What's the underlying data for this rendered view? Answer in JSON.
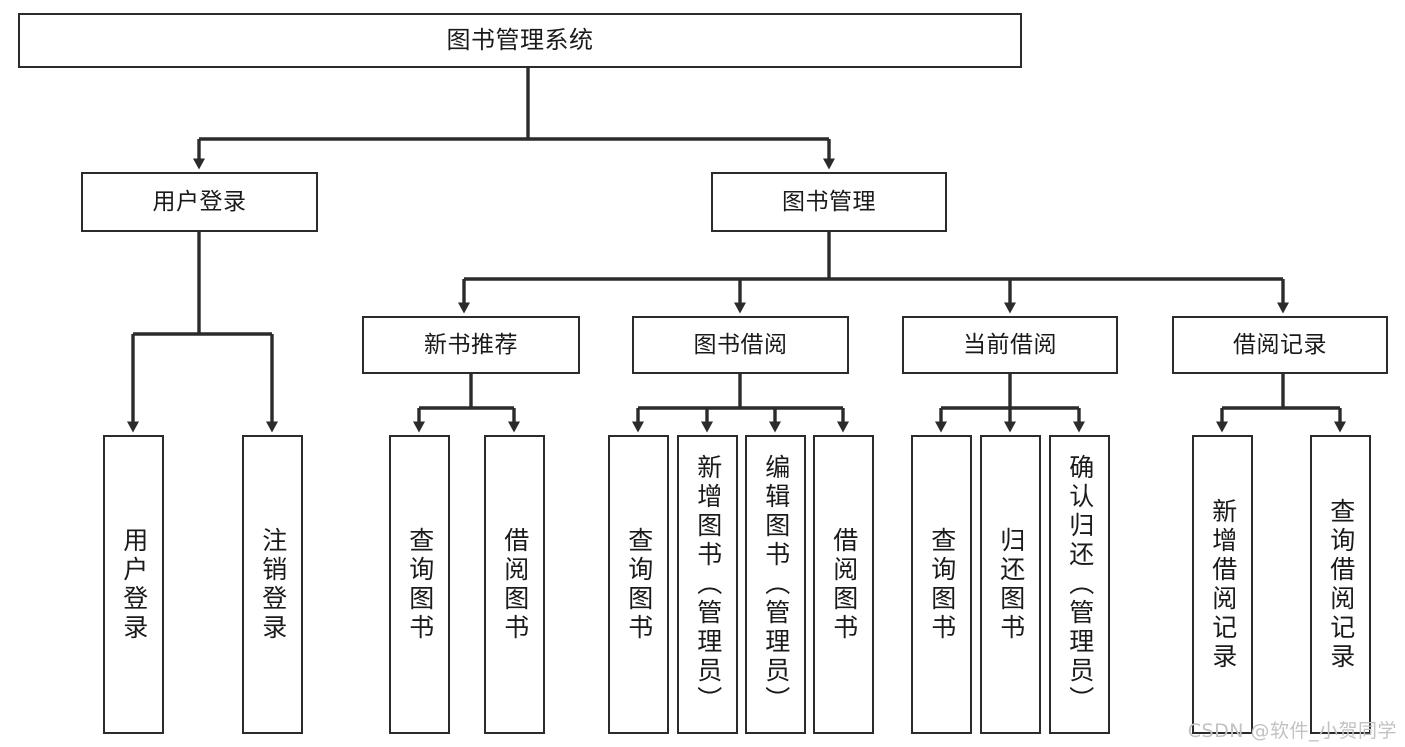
{
  "diagram": {
    "title": "图书管理系统",
    "type": "tree",
    "orientation": "top-down",
    "colors": {
      "box_border": "#2b2b2b",
      "box_fill": "#ffffff",
      "connector": "#2b2b2b",
      "text": "#1a1a1a",
      "watermark": "#c2c2c2",
      "background": "#ffffff"
    }
  },
  "watermark": {
    "text": "CSDN @软件_小贺同学"
  },
  "nodes": {
    "root": {
      "label": "图书管理系统",
      "level": 1
    },
    "level2": [
      {
        "id": "user-login",
        "label": "用户登录"
      },
      {
        "id": "book-manage",
        "label": "图书管理"
      }
    ],
    "level3": [
      {
        "id": "new-book-rec",
        "label": "新书推荐"
      },
      {
        "id": "book-borrow",
        "label": "图书借阅"
      },
      {
        "id": "current-borrow",
        "label": "当前借阅"
      },
      {
        "id": "borrow-record",
        "label": "借阅记录"
      }
    ],
    "leaves": [
      {
        "id": "leaf-user-login",
        "label": "用户登录",
        "parent": "user-login"
      },
      {
        "id": "leaf-user-logout",
        "label": "注销登录",
        "parent": "user-login"
      },
      {
        "id": "leaf-query-book-1",
        "label": "查询图书",
        "parent": "new-book-rec"
      },
      {
        "id": "leaf-borrow-book-1",
        "label": "借阅图书",
        "parent": "new-book-rec"
      },
      {
        "id": "leaf-query-book-2",
        "label": "查询图书",
        "parent": "book-borrow"
      },
      {
        "id": "leaf-add-book",
        "label": "新增图书（管理员）",
        "parent": "book-borrow"
      },
      {
        "id": "leaf-edit-book",
        "label": "编辑图书（管理员）",
        "parent": "book-borrow"
      },
      {
        "id": "leaf-borrow-book-2",
        "label": "借阅图书",
        "parent": "book-borrow"
      },
      {
        "id": "leaf-query-book-3",
        "label": "查询图书",
        "parent": "current-borrow"
      },
      {
        "id": "leaf-return-book",
        "label": "归还图书",
        "parent": "current-borrow"
      },
      {
        "id": "leaf-confirm-return",
        "label": "确认归还（管理员）",
        "parent": "current-borrow"
      },
      {
        "id": "leaf-add-record",
        "label": "新增借阅记录",
        "parent": "borrow-record"
      },
      {
        "id": "leaf-query-record",
        "label": "查询借阅记录",
        "parent": "borrow-record"
      }
    ]
  }
}
